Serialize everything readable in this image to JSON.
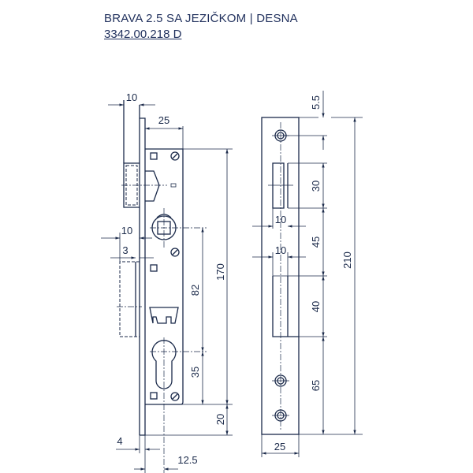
{
  "header": {
    "title": "BRAVA 2.5 SA JEZIČKOM | DESNA",
    "code": "3342.00.218 D"
  },
  "lock_view": {
    "dims": {
      "faceplate_thickness": "10",
      "backset_case": "25",
      "total_height": "170",
      "spindle_to_cylinder": "82",
      "cylinder_to_bottom": "35",
      "bottom_offset": "20",
      "latch_projection": "10",
      "bolt_projection": "3",
      "faceplate_width": "4",
      "cylinder_offset": "12.5"
    }
  },
  "strike_view": {
    "dims": {
      "top_hole": "5.5",
      "latch_opening": "30",
      "gap": "45",
      "bolt_opening": "40",
      "bottom_holes": "65",
      "total_length": "210",
      "width": "25",
      "latch_depth": "10",
      "bolt_depth": "10"
    }
  },
  "colors": {
    "line": "#1b2a4a",
    "title": "#1f2f5c"
  }
}
